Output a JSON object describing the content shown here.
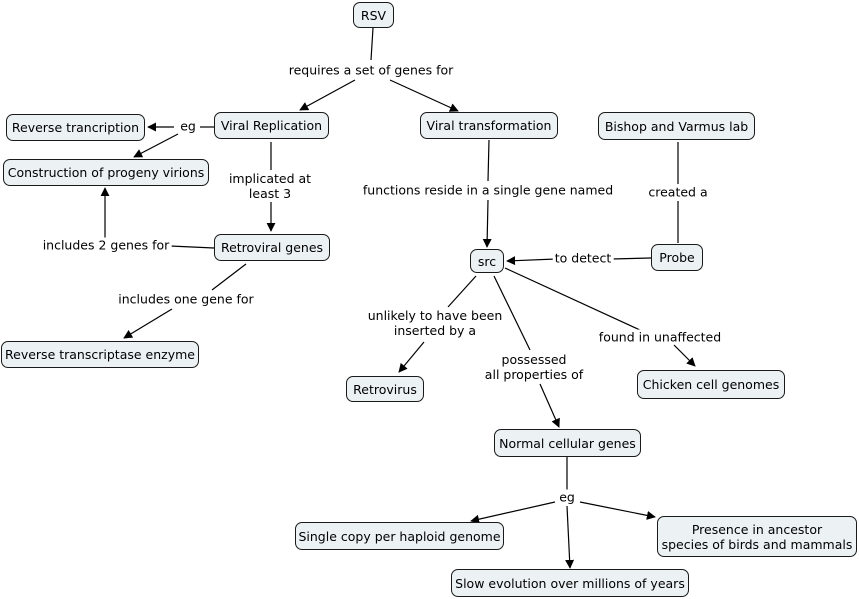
{
  "nodes": {
    "rsv": "RSV",
    "viral_replication": "Viral Replication",
    "viral_transformation": "Viral transformation",
    "bishop_varmus": "Bishop and Varmus lab",
    "reverse_transcription": "Reverse trancription",
    "construction_virions": "Construction of progeny virions",
    "retroviral_genes": "Retroviral genes",
    "src": "src",
    "probe": "Probe",
    "reverse_transcriptase": "Reverse transcriptase enzyme",
    "retrovirus": "Retrovirus",
    "chicken_genomes": "Chicken cell genomes",
    "normal_genes": "Normal cellular genes",
    "single_copy": "Single copy per haploid genome",
    "presence_ancestor": "Presence in ancestor\nspecies of birds and mammals",
    "slow_evolution": "Slow evolution over millions of years"
  },
  "links": {
    "requires": "requires a set of genes for",
    "eg1": "eg",
    "implicated": "implicated at\nleast 3",
    "functions": "functions reside in a single gene named",
    "created": "created a",
    "includes2": "includes 2 genes for",
    "to_detect": "to detect",
    "includes1": "includes one gene for",
    "unlikely": "unlikely to have been\ninserted by a",
    "found": "found in unaffected",
    "possessed": "possessed\nall properties of",
    "eg2": "eg"
  }
}
